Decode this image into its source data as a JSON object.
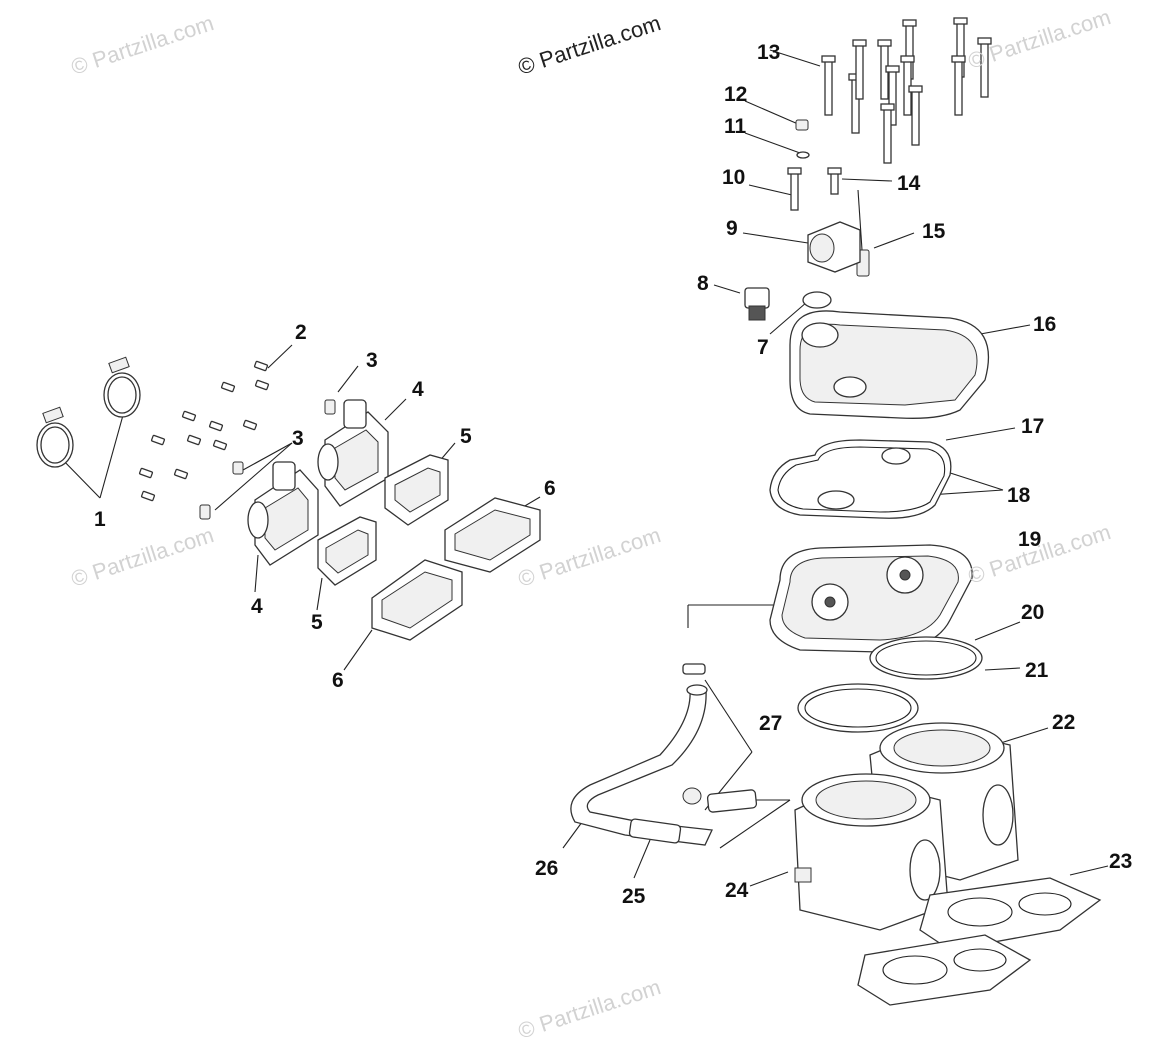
{
  "watermarks": {
    "partzilla_1": "© Partzilla.com",
    "partzilla_2": "© Partzilla.com",
    "partzilla_3": "© Partzilla.com",
    "partzilla_4": "© Partzilla.com",
    "partzilla_5": "© Partzilla.com",
    "partzilla_6": "© Partzilla.com",
    "partzilla_7": "© Partzilla.com"
  },
  "callouts": {
    "c1": "1",
    "c2": "2",
    "c3a": "3",
    "c3b": "3",
    "c4a": "4",
    "c4b": "4",
    "c5a": "5",
    "c5b": "5",
    "c6a": "6",
    "c6b": "6",
    "c7": "7",
    "c8": "8",
    "c9": "9",
    "c10": "10",
    "c11": "11",
    "c12": "12",
    "c13": "13",
    "c14": "14",
    "c15": "15",
    "c16": "16",
    "c17": "17",
    "c18": "18",
    "c19": "19",
    "c20": "20",
    "c21": "21",
    "c22": "22",
    "c23": "23",
    "c24": "24",
    "c25": "25",
    "c26": "26",
    "c27": "27"
  },
  "colors": {
    "line": "#222222",
    "watermark": "#d2d2d2",
    "callout_text": "#111111"
  }
}
